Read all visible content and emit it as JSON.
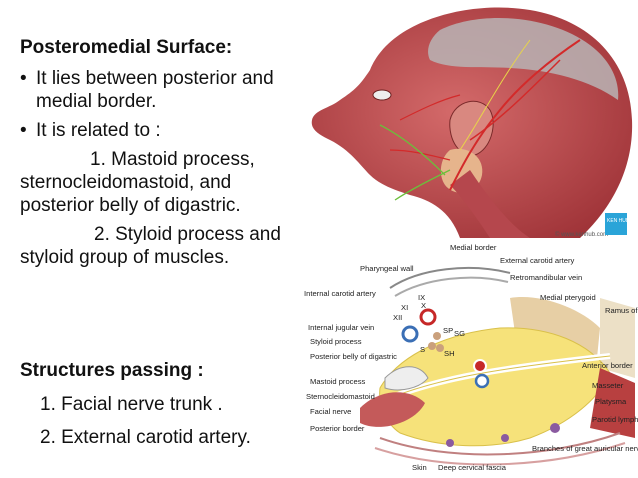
{
  "text": {
    "heading": "Posteromedial Surface:",
    "bullet1": "It lies between posterior and medial border.",
    "bullet2": "It is related to :",
    "item1": "1. Mastoid process, sternocleidomastoid, and posterior belly of digastric.",
    "item2": "2. Styloid process and styloid group of muscles.",
    "heading2": "Structures passing :",
    "pass1": "1. Facial nerve trunk .",
    "pass2": "2. External carotid artery."
  },
  "head_image": {
    "watermark": "© www.kenhub.com",
    "badge": "KEN HUB"
  },
  "diagram": {
    "labels": {
      "medial_border": "Medial border",
      "pharyngeal_wall": "Pharyngeal wall",
      "external_carotid": "External carotid artery",
      "retromandibular": "Retromandibular vein",
      "internal_carotid": "Internal carotid artery",
      "medial_pterygoid": "Medial pterygoid",
      "ramus": "Ramus of r",
      "internal_jugular": "Internal jugular vein",
      "styloid": "Styloid process",
      "posterior_belly": "Posterior belly of digastric",
      "anterior_border": "Anterior border",
      "masseter": "Masseter",
      "mastoid": "Mastoid process",
      "platysma": "Platysma",
      "scm": "Sternocleidomastoid",
      "facial_nerve": "Facial nerve",
      "parotid_nodes": "Parotid lymph nodes",
      "posterior_border": "Posterior border",
      "branches": "Branches of great auricular nerve",
      "skin": "Skin",
      "deep_fascia": "Deep cervical fascia",
      "ix": "IX",
      "x": "X",
      "xi": "XI",
      "xii": "XII",
      "sp": "SP",
      "sg": "SG",
      "sh": "SH",
      "s": "S"
    }
  },
  "colors": {
    "muscle": "#c4565a",
    "artery": "#d32a2a",
    "nerve": "#e8d548",
    "gland": "#f6e27a",
    "vein": "#3b6fb5"
  }
}
